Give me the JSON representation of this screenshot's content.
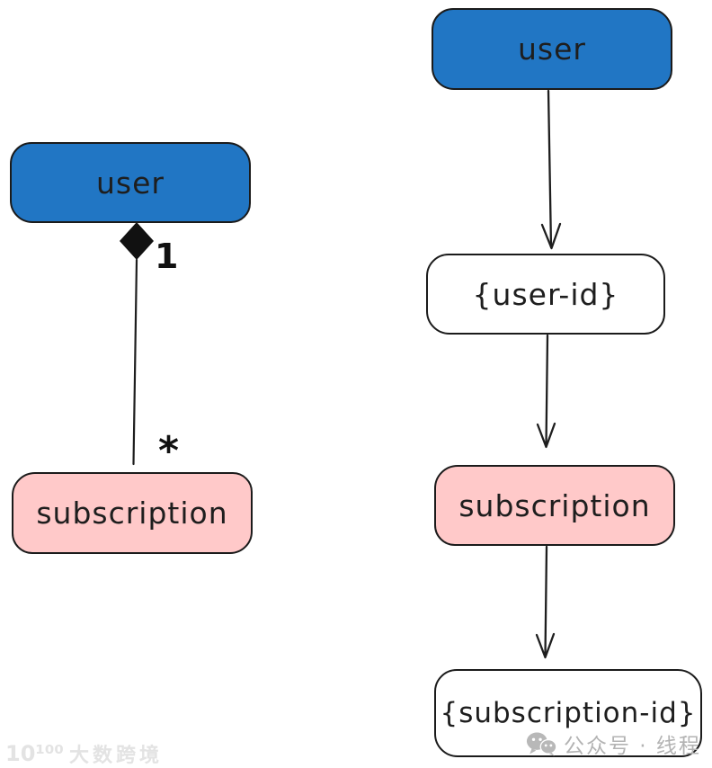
{
  "uml_panel": {
    "user_label": "user",
    "subscription_label": "subscription",
    "multiplicity_parent": "1",
    "multiplicity_child": "*",
    "relationship_type": "composition"
  },
  "flow_panel": {
    "user_label": "user",
    "user_id_label": "{user-id}",
    "subscription_label": "subscription",
    "subscription_id_label": "{subscription-id}"
  },
  "watermarks": {
    "brand_logo": "10¹⁰⁰",
    "brand_name": "大数跨境",
    "wechat_label": "公众号 · 线程"
  },
  "colors": {
    "node_blue": "#2176c4",
    "node_pink": "#ffc9c9",
    "node_white": "#ffffff",
    "stroke": "#1e1e1e",
    "watermark_light": "#e3e3e3",
    "watermark_gray": "#b3b3b3"
  }
}
